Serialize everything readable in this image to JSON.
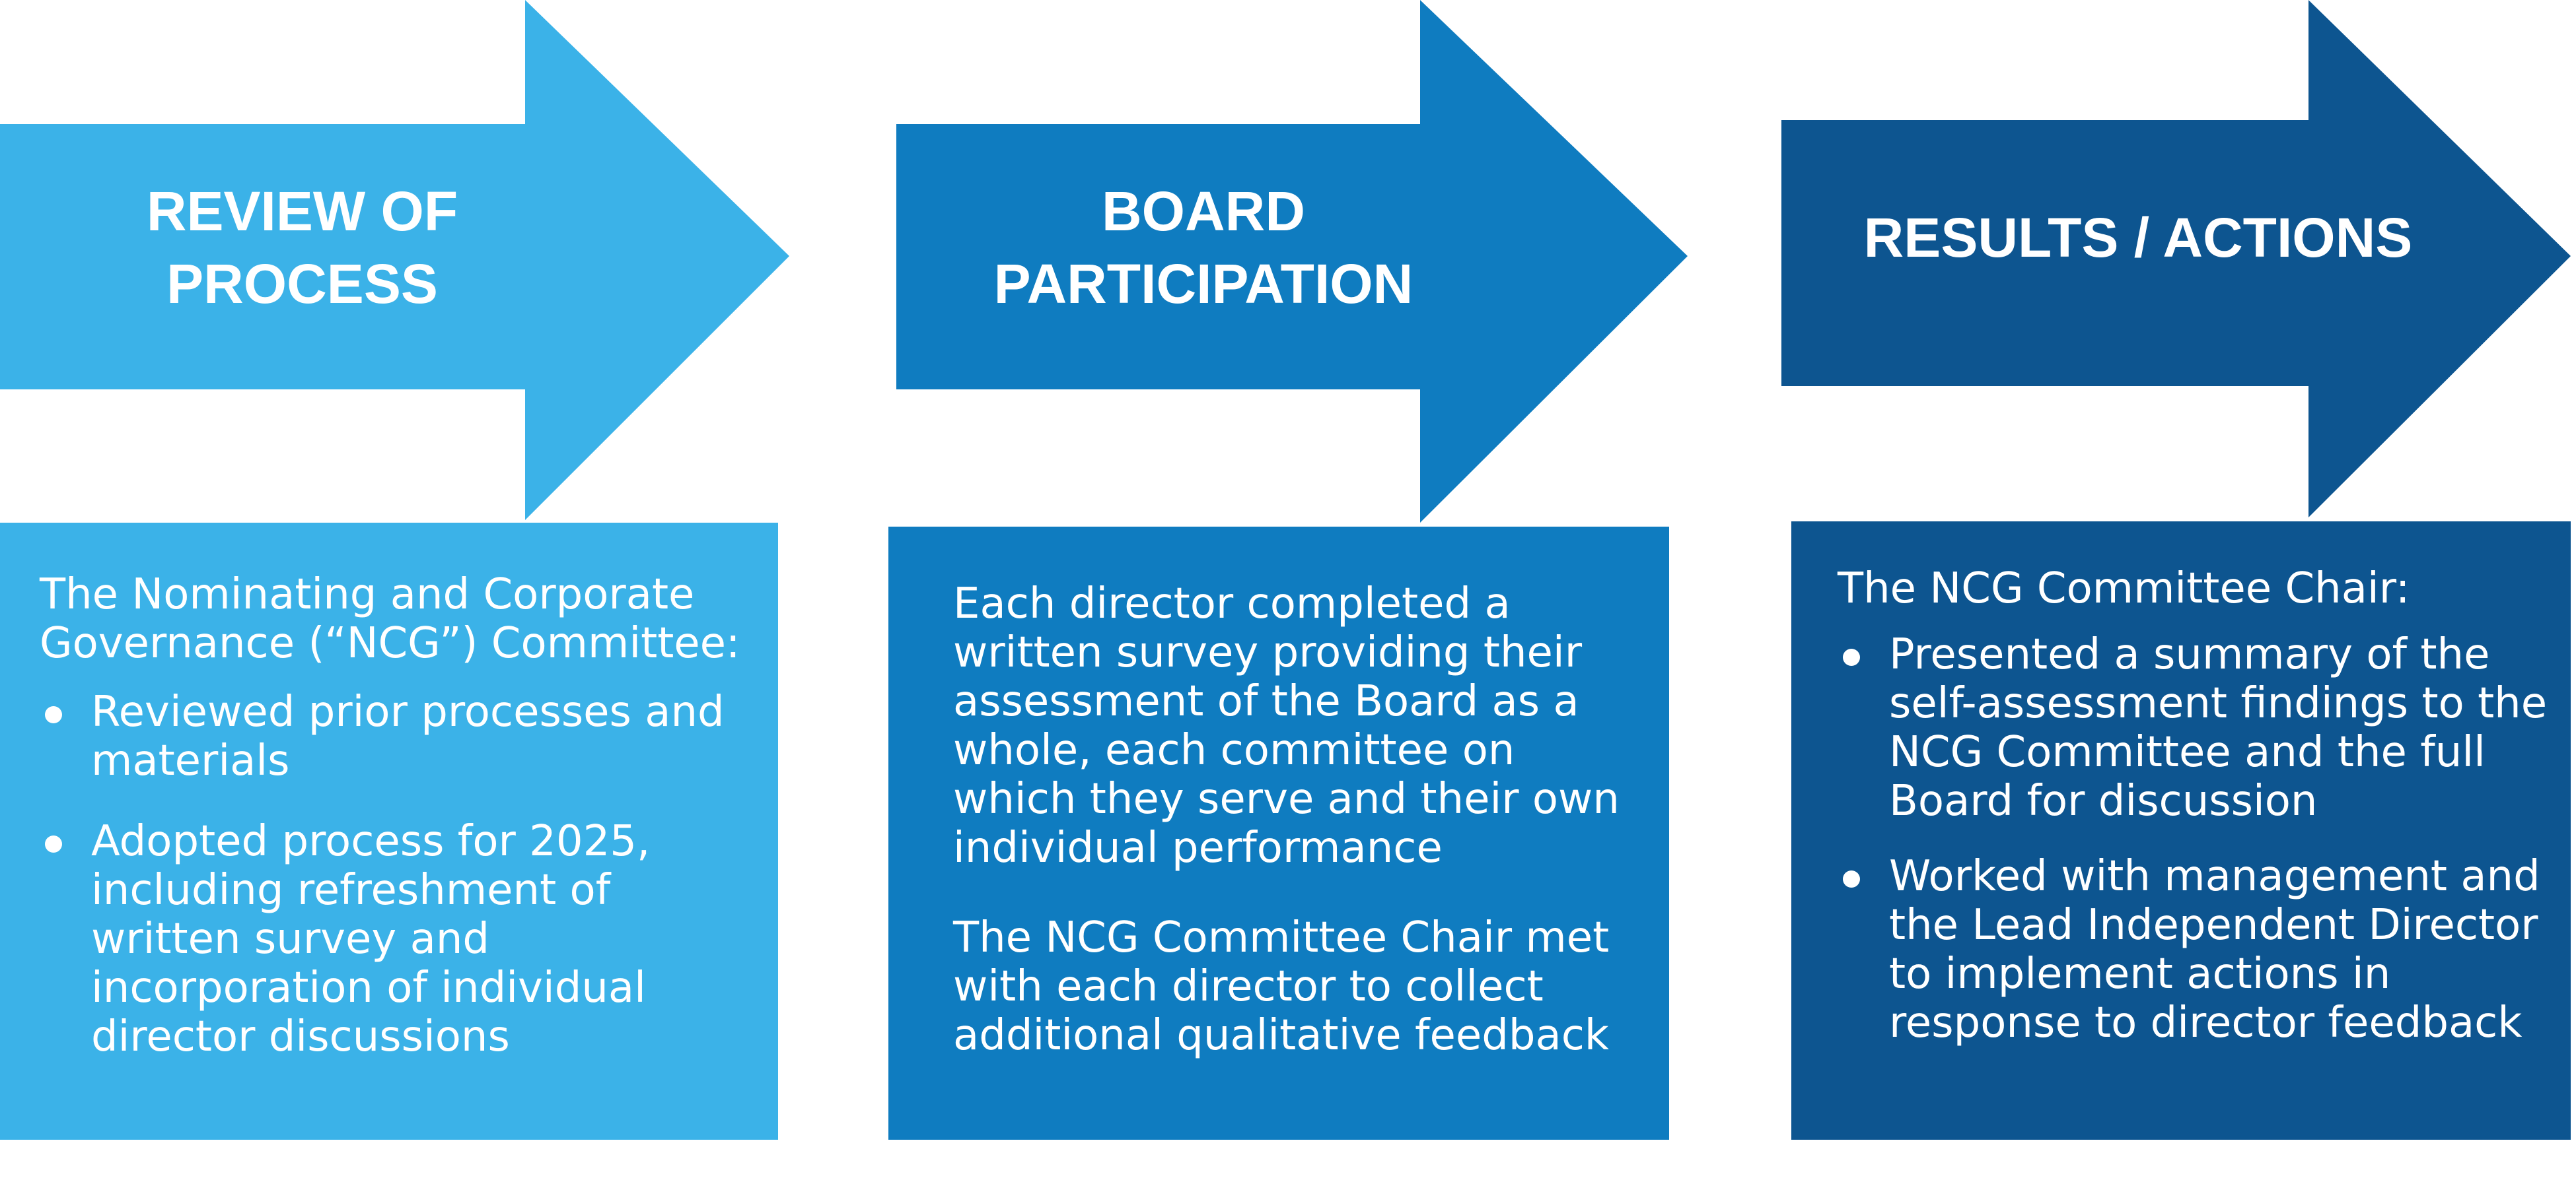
{
  "colors": {
    "step1": "#3bb2e8",
    "step2": "#0f7cc0",
    "step3": "#0d5590",
    "text": "#ffffff"
  },
  "steps": [
    {
      "title": "REVIEW OF\nPROCESS",
      "intro": "The Nominating and Corporate Governance (“NCG”) Committee:",
      "bullets": [
        "Reviewed prior processes and materials",
        "Adopted process for 2025, including refreshment of written survey and incorporation of individual director discussions"
      ]
    },
    {
      "title": "BOARD\nPARTICIPATION",
      "paragraphs": [
        "Each director completed a written survey providing their assessment of the Board as a whole, each committee on which they serve and their own individual performance",
        "The NCG Committee Chair met with each director to collect additional qualitative feedback"
      ]
    },
    {
      "title": "RESULTS / ACTIONS",
      "intro": "The NCG Committee Chair:",
      "bullets": [
        "Presented a summary of the self-assessment findings to the NCG Committee and the full Board for discussion",
        "Worked with management and the Lead Independent Director to implement actions in response to director feedback"
      ]
    }
  ]
}
